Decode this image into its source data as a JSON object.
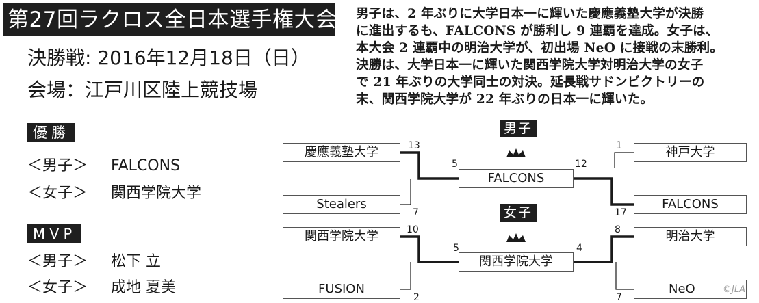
{
  "header": {
    "title": "第27回ラクロス全日本選手権大会",
    "final_date": "決勝戦: 2016年12月18日（日）",
    "venue": "会場：江戸川区陸上競技場"
  },
  "description": [
    "男子は、2 年ぶりに大学日本一に輝いた慶應義塾大学が決勝",
    "に進出するも、FALCONS が勝利し 9 連覇を達成。女子は、",
    "本大会 2 連覇中の明治大学が、初出場 NeO に接戦の末勝利。",
    "決勝は、大学日本一に輝いた関西学院大学対明治大学の女子",
    "で 21 年ぶりの大学同士の対決。延長戦サドンビクトリーの",
    "末、関西学院大学が 22 年ぶりの日本一に輝いた。"
  ],
  "champions": {
    "label": "優勝",
    "men_category": "＜男子＞",
    "men_team": "FALCONS",
    "women_category": "＜女子＞",
    "women_team": "関西学院大学"
  },
  "mvp": {
    "label": "MVP",
    "men_category": "＜男子＞",
    "men_player": "松下 立",
    "women_category": "＜女子＞",
    "women_player": "成地 夏美"
  },
  "bracket": {
    "men": {
      "label": "男子",
      "semi_left": {
        "team_a": "慶應義塾大学",
        "score_a": "13",
        "team_b": "Stealers",
        "score_b": "7"
      },
      "semi_right": {
        "team_a": "神戸大学",
        "score_a": "1",
        "team_b": "FALCONS",
        "score_b": "17"
      },
      "final": {
        "winner": "FALCONS",
        "score_left": "5",
        "score_right": "12"
      }
    },
    "women": {
      "label": "女子",
      "semi_left": {
        "team_a": "関西学院大学",
        "score_a": "10",
        "team_b": "FUSION",
        "score_b": "2"
      },
      "semi_right": {
        "team_a": "明治大学",
        "score_a": "8",
        "team_b": "NeO",
        "score_b": "7"
      },
      "final": {
        "winner": "関西学院大学",
        "score_left": "5",
        "score_right": "4"
      }
    }
  },
  "credit": "©JLA",
  "colors": {
    "banner": "#1f1f1f",
    "line": "#1a1a1a",
    "box_border": "#555555"
  },
  "icons": {
    "crown": "crown-icon"
  }
}
